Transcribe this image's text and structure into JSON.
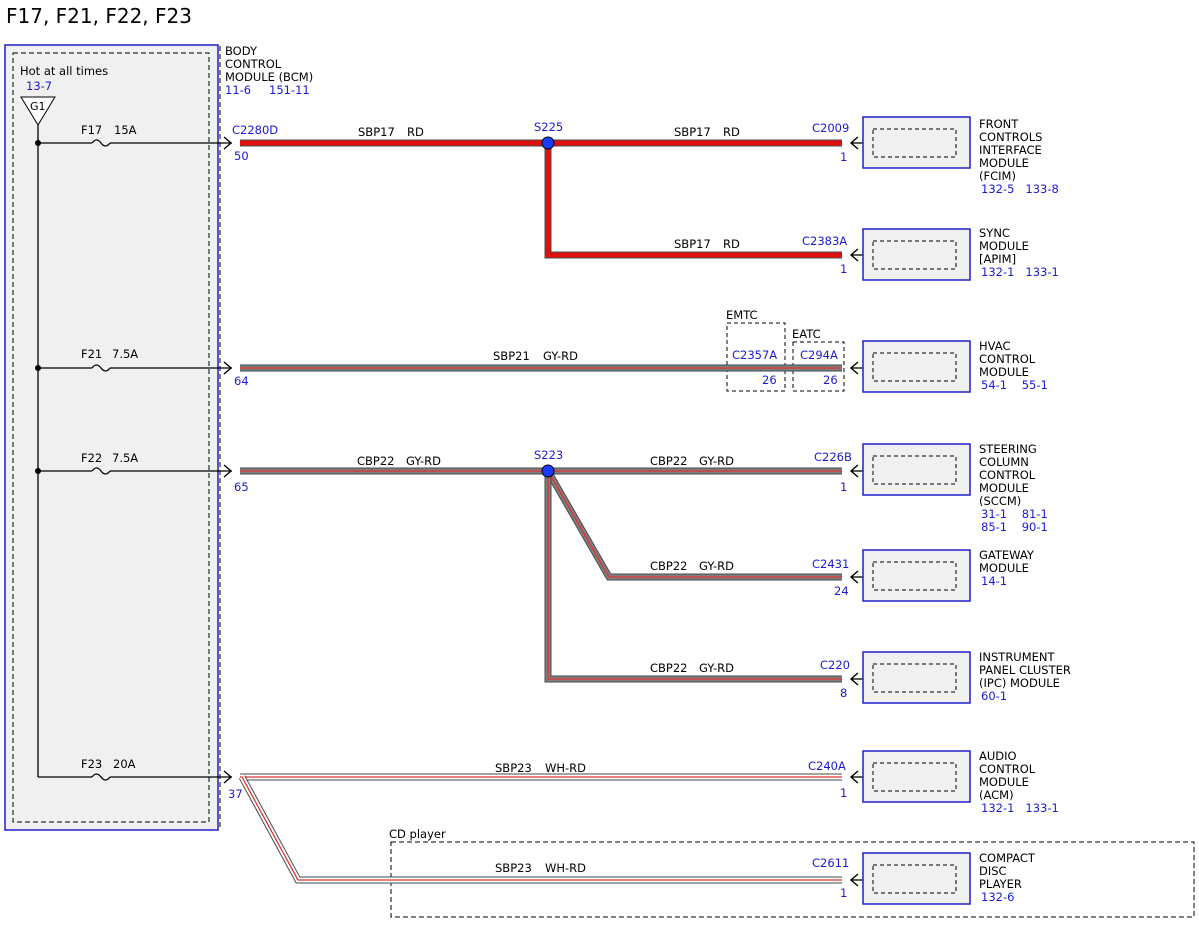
{
  "title": "F17, F21, F22, F23",
  "fuse_box": {
    "hot_label": "Hot at all times",
    "hot_ref": "13-7",
    "ground": "G1",
    "name_lines": [
      "BODY",
      "CONTROL",
      "MODULE (BCM)"
    ],
    "refs": [
      "11-6",
      "151-11"
    ],
    "fuses": [
      {
        "name": "F17",
        "rating": "15A",
        "connector": "C2280D",
        "pin": "50"
      },
      {
        "name": "F21",
        "rating": "7.5A",
        "pin": "64"
      },
      {
        "name": "F22",
        "rating": "7.5A",
        "pin": "65"
      },
      {
        "name": "F23",
        "rating": "20A",
        "pin": "37"
      }
    ]
  },
  "splices": [
    "S225",
    "S223"
  ],
  "wires": [
    {
      "circuit": "SBP17",
      "color": "RD"
    },
    {
      "circuit": "SBP17",
      "color": "RD"
    },
    {
      "circuit": "SBP17",
      "color": "RD"
    },
    {
      "circuit": "SBP21",
      "color": "GY-RD"
    },
    {
      "circuit": "CBP22",
      "color": "GY-RD"
    },
    {
      "circuit": "CBP22",
      "color": "GY-RD"
    },
    {
      "circuit": "CBP22",
      "color": "GY-RD"
    },
    {
      "circuit": "CBP22",
      "color": "GY-RD"
    },
    {
      "circuit": "SBP23",
      "color": "WH-RD"
    },
    {
      "circuit": "SBP23",
      "color": "WH-RD"
    }
  ],
  "option_groups": {
    "emtc": {
      "label": "EMTC",
      "connector": "C2357A",
      "pin": "26"
    },
    "eatc": {
      "label": "EATC",
      "connector": "C294A",
      "pin": "26"
    },
    "cd": {
      "label": "CD player"
    }
  },
  "modules": [
    {
      "connector": "C2009",
      "pin": "1",
      "name_lines": [
        "FRONT",
        "CONTROLS",
        "INTERFACE",
        "MODULE",
        "(FCIM)"
      ],
      "refs": [
        "132-5   133-8"
      ]
    },
    {
      "connector": "C2383A",
      "pin": "1",
      "name_lines": [
        "SYNC",
        "MODULE",
        "[APIM]"
      ],
      "refs": [
        "132-1   133-1"
      ]
    },
    {
      "pin": "",
      "name_lines": [
        "HVAC",
        "CONTROL",
        "MODULE"
      ],
      "refs": [
        "54-1    55-1"
      ]
    },
    {
      "connector": "C226B",
      "pin": "1",
      "name_lines": [
        "STEERING",
        "COLUMN",
        "CONTROL",
        "MODULE",
        "(SCCM)"
      ],
      "refs": [
        "31-1    81-1",
        "85-1    90-1"
      ]
    },
    {
      "connector": "C2431",
      "pin": "24",
      "name_lines": [
        "GATEWAY",
        "MODULE"
      ],
      "refs": [
        "14-1"
      ]
    },
    {
      "connector": "C220",
      "pin": "8",
      "name_lines": [
        "INSTRUMENT",
        "PANEL CLUSTER",
        "(IPC) MODULE"
      ],
      "refs": [
        "60-1"
      ]
    },
    {
      "connector": "C240A",
      "pin": "1",
      "name_lines": [
        "AUDIO",
        "CONTROL",
        "MODULE",
        "(ACM)"
      ],
      "refs": [
        "132-1   133-1"
      ]
    },
    {
      "connector": "C2611",
      "pin": "1",
      "name_lines": [
        "COMPACT",
        "DISC",
        "PLAYER"
      ],
      "refs": [
        "132-6"
      ]
    }
  ],
  "colors": {
    "red_wire": "#e01010",
    "gy_rd_wire": "#7f7f7f",
    "wh_rd_wire": "#ffffff",
    "stripe": "#e03030",
    "outline": "#4a4a4a",
    "box_border": "#2020c8",
    "box_fill": "#f0f0f0",
    "ref_text": "#1a1ad6",
    "splice": "#1a3cff"
  }
}
